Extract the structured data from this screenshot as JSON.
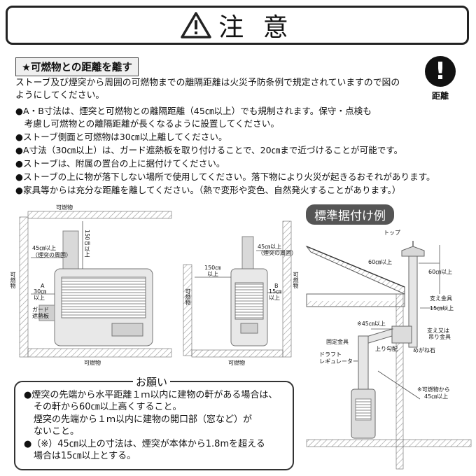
{
  "header": {
    "title": "注 意"
  },
  "section": {
    "title": "★可燃物との距離を離す"
  },
  "badge": {
    "label": "距離"
  },
  "intro": "ストーブ及び煙突から周囲の可燃物までの離隔距離は火災予防条例で規定されていますので図のようにしてください。",
  "bullets": [
    "●A・B寸法は、煙突と可燃物との離隔距離（45㎝以上）でも規制されます。保守・点検も",
    "　考慮し可燃物との離隔距離が長くなるように設置してください。",
    "●ストーブ側面と可燃物は30㎝以上離してください。",
    "●A寸法（30㎝以上）は、ガード遮熱板を取り付けることで、20㎝まで近づけることが可能です。",
    "●ストーブは、附属の置台の上に据付けてください。",
    "●ストーブの上に物が落下しない場所で使用してください。落下物により火災が起きるおそれがあります。",
    "●家具等からは充分な距離を離してください。（熱で変形や変色、自然発火することがあります。）"
  ],
  "figure_left": {
    "top": "可燃物",
    "bottom": "可燃物",
    "side": "可燃物",
    "chimney": "150㎝以上",
    "dist45": "45㎝以上",
    "dist45_note": "（煙突の周囲）",
    "a": "A",
    "a30": "30㎝",
    "a30b": "以上",
    "guard": "ガード",
    "guard2": "遮熱板"
  },
  "figure_mid": {
    "bottom": "可燃物",
    "side_l": "可燃物",
    "side_r": "可燃物",
    "dist150": "150㎝",
    "dist150b": "以上",
    "dist45": "45㎝以上",
    "dist45_note": "（煙突の周囲）",
    "b": "B",
    "b15": "15㎝",
    "b15b": "以上"
  },
  "figure_right": {
    "title": "標準据付け例",
    "top": "トップ",
    "d60a": "60㎝以上",
    "d60b": "60㎝以上",
    "support": "支え金具",
    "d15": "15㎝以上",
    "note45": "※45㎝以上",
    "fix": "固定金具",
    "hang1": "支え又は",
    "hang2": "吊り金具",
    "slope": "上り勾配",
    "megane": "めがね石",
    "draft1": "ドラフト",
    "draft2": "レギュレーター",
    "flam1": "※可燃物から",
    "flam2": "45㎝以上"
  },
  "request": {
    "title": "お願い",
    "lines": [
      "●煙突の先端から水平距離１ｍ以内に建物の軒がある場合は、",
      "その軒から60㎝以上高くすること。",
      "煙突の先端から１ｍ以内に建物の開口部（窓など）が",
      "ないこと。",
      "●（※）45㎝以上の寸法は、煙突が本体から1.8mを超える",
      "場合は15㎝以上とする。"
    ]
  }
}
